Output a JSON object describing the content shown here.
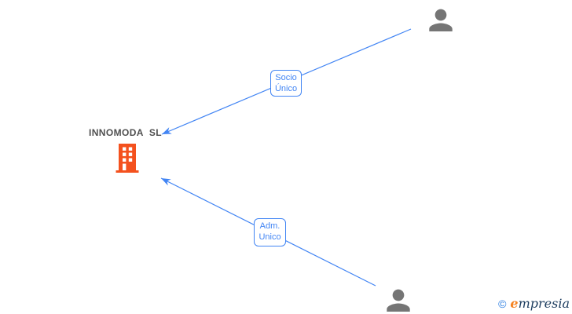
{
  "company": {
    "name": "INNOMODA  SL",
    "icon": "building-icon"
  },
  "relationships": [
    {
      "id": "socio-unico",
      "line1": "Socio",
      "line2": "Único",
      "target": "INNOMODA SL",
      "source": "shareholder-person"
    },
    {
      "id": "adm-unico",
      "line1": "Adm.",
      "line2": "Unico",
      "target": "INNOMODA SL",
      "source": "administrator-person"
    }
  ],
  "persons": [
    {
      "role": "shareholder",
      "icon": "person-icon"
    },
    {
      "role": "administrator",
      "icon": "person-icon"
    }
  ],
  "footer": {
    "copyright": "©",
    "brand_initial": "e",
    "brand_rest": "mpresia"
  },
  "colors": {
    "link_blue": "#4285f4",
    "building_orange": "#f4511e",
    "person_gray": "#757575",
    "company_text_gray": "#4f4f4f",
    "logo_blue": "#2a7de1",
    "logo_orange": "#f58220",
    "logo_navy": "#1c3c5e"
  }
}
